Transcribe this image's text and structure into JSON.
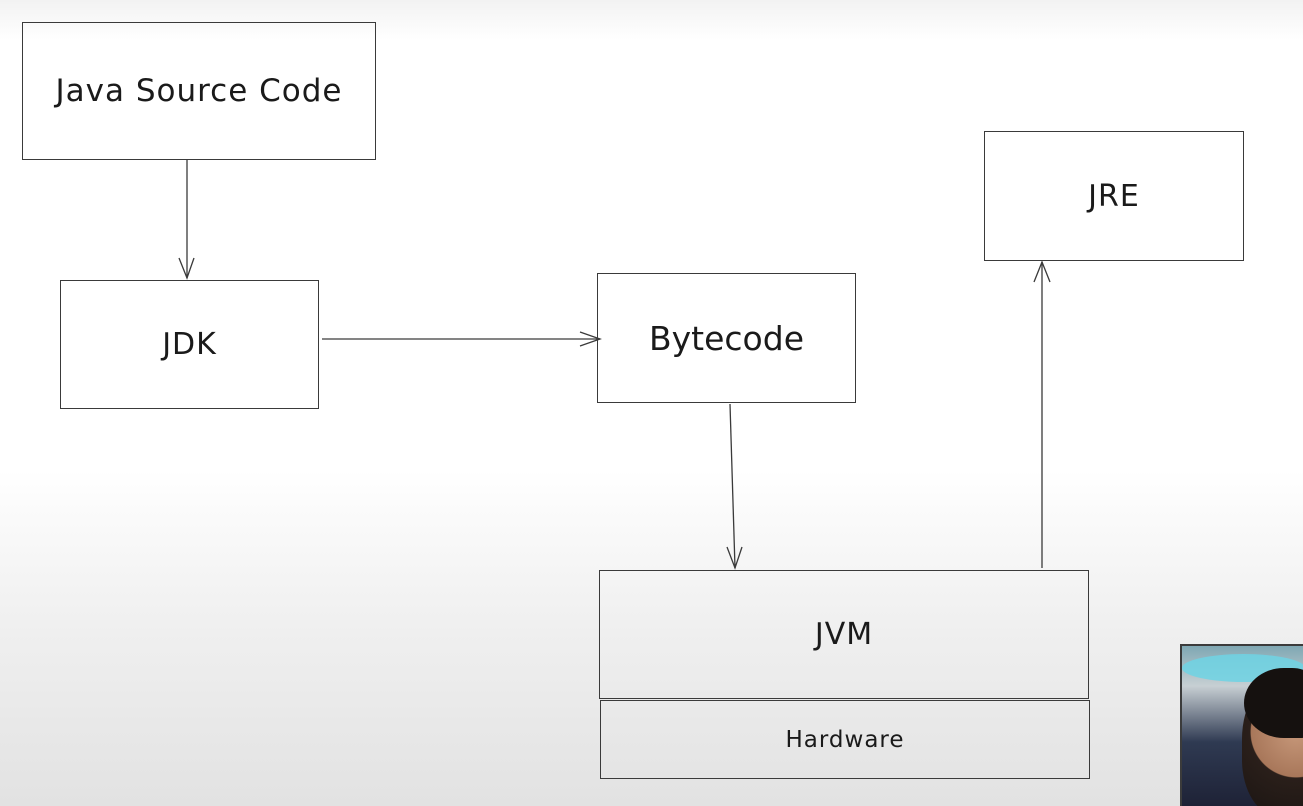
{
  "diagram": {
    "nodes": {
      "source": {
        "label": "Java Source Code"
      },
      "jdk": {
        "label": "JDK"
      },
      "bytecode": {
        "label": "Bytecode"
      },
      "jre": {
        "label": "JRE"
      },
      "jvm": {
        "label": "JVM"
      },
      "hardware": {
        "label": "Hardware"
      }
    },
    "edges": [
      {
        "from": "source",
        "to": "jdk"
      },
      {
        "from": "jdk",
        "to": "bytecode"
      },
      {
        "from": "bytecode",
        "to": "jvm"
      },
      {
        "from": "jvm",
        "to": "jre"
      }
    ],
    "colors": {
      "stroke": "#3a3a3a",
      "text": "#1a1a1a",
      "background": "#ffffff"
    }
  },
  "overlay": {
    "webcam_icon": "person-webcam-icon"
  }
}
